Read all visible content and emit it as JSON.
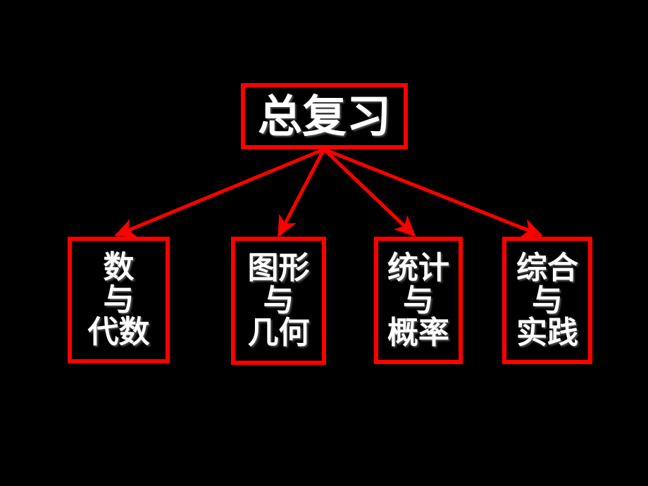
{
  "slide": {
    "background_color": "#000000",
    "accent_color": "#FF0000",
    "text_color": "#FFFFFF"
  },
  "diagram": {
    "type": "tree",
    "root": {
      "id": "root",
      "label": "总复习",
      "lines": [
        "总复习"
      ]
    },
    "children": [
      {
        "id": "leaf-0",
        "label": "数与代数",
        "lines": [
          "数",
          "与",
          "代数"
        ]
      },
      {
        "id": "leaf-1",
        "label": "图形与几何",
        "lines": [
          "图形",
          "与",
          "几何"
        ]
      },
      {
        "id": "leaf-2",
        "label": "统计与概率",
        "lines": [
          "统计",
          "与",
          "概率"
        ]
      },
      {
        "id": "leaf-3",
        "label": "综合与实践",
        "lines": [
          "综合",
          "与",
          "实践"
        ]
      }
    ],
    "connectors": [
      {
        "id": "connector-root-to-leaf-0",
        "from": "root",
        "to": "leaf-0",
        "style": "arrow"
      },
      {
        "id": "connector-root-to-leaf-1",
        "from": "root",
        "to": "leaf-1",
        "style": "arrow"
      },
      {
        "id": "connector-root-to-leaf-2",
        "from": "root",
        "to": "leaf-2",
        "style": "arrow"
      },
      {
        "id": "connector-root-to-leaf-3",
        "from": "root",
        "to": "leaf-3",
        "style": "arrow"
      }
    ]
  }
}
